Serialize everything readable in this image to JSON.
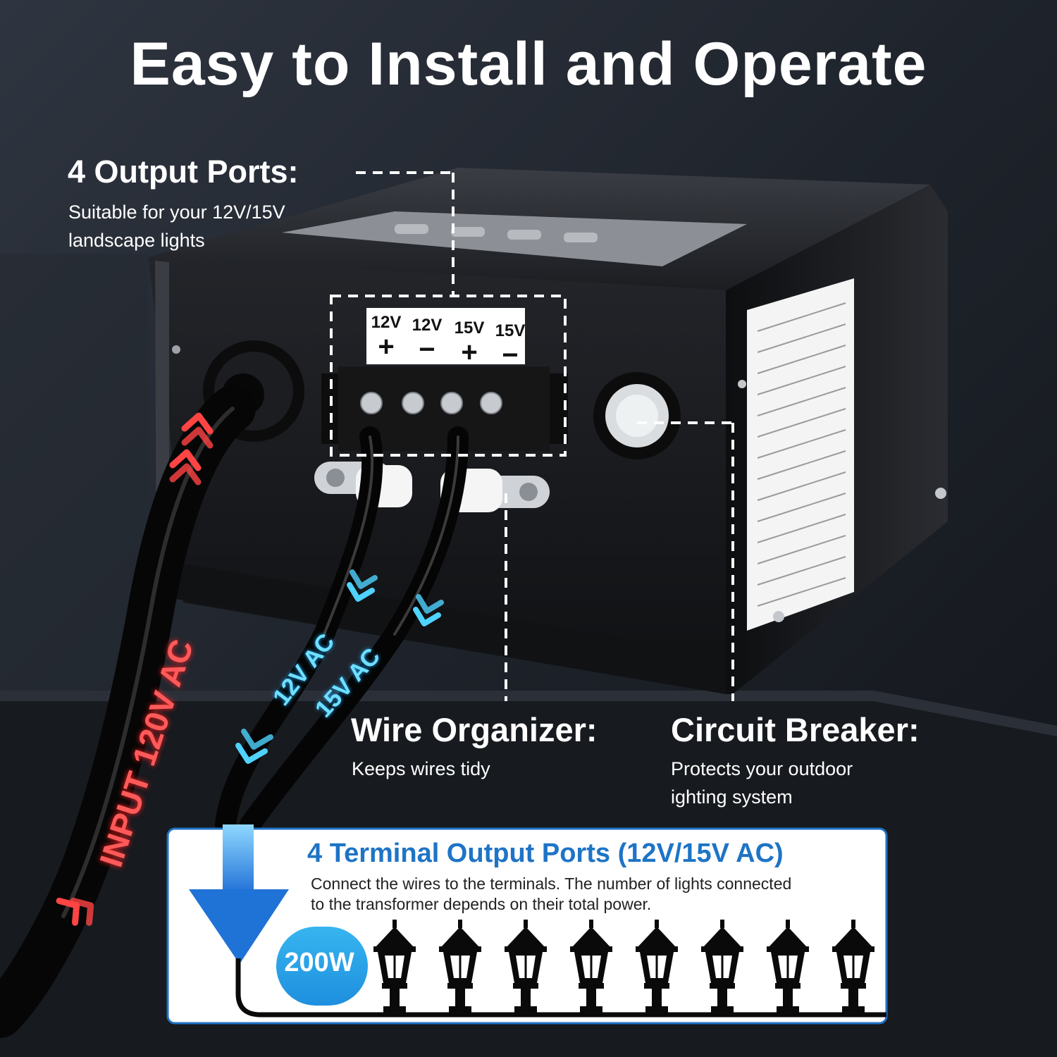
{
  "headline": "Easy to Install and Operate",
  "features": {
    "output_ports": {
      "title": "4 Output Ports:",
      "line1": "Suitable for your 12V/15V",
      "line2": "landscape lights"
    },
    "wire_organizer": {
      "title": "Wire Organizer:",
      "line1": "Keeps wires tidy"
    },
    "circuit_breaker": {
      "title": "Circuit Breaker:",
      "line1": "Protects your outdoor",
      "line2": "ighting system"
    }
  },
  "terminals": [
    {
      "voltage": "12V",
      "sign": "+"
    },
    {
      "voltage": "12V",
      "sign": "−"
    },
    {
      "voltage": "15V",
      "sign": "+"
    },
    {
      "voltage": "15V",
      "sign": "−"
    }
  ],
  "cables": {
    "input": "INPUT 120V AC",
    "output_12v": "12V AC",
    "output_15v": "15V AC"
  },
  "info_card": {
    "title": "4 Terminal Output Ports (12V/15V AC)",
    "line1": "Connect the wires to the terminals. The number of lights  connected",
    "line2": "to the transformer depends on their total power.",
    "power_limit": "≤ 200W",
    "lamp_count": 8
  },
  "colors": {
    "accent_blue": "#1e74c6",
    "input_red": "#ff3b3b",
    "output_cyan": "#4fd3ff",
    "housing": "#141518"
  }
}
